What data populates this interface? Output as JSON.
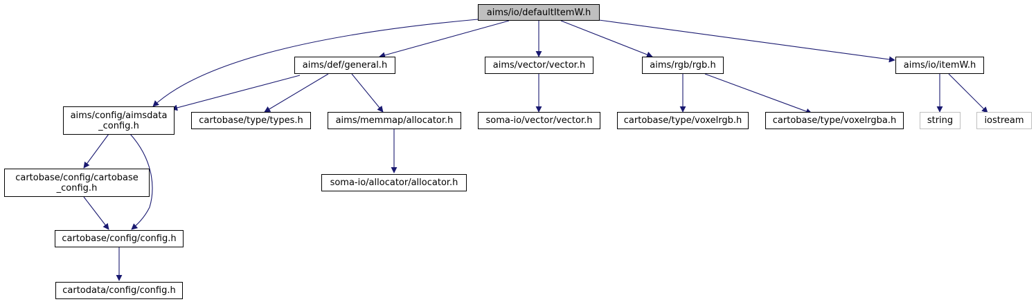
{
  "nodes": {
    "default_item_w": "aims/io/defaultItemW.h",
    "def_general": "aims/def/general.h",
    "vector": "aims/vector/vector.h",
    "rgb": "aims/rgb/rgb.h",
    "item_w": "aims/io/itemW.h",
    "aimsdata_config": "aims/config/aimsdata\n_config.h",
    "types": "cartobase/type/types.h",
    "allocator": "aims/memmap/allocator.h",
    "soma_vector": "soma-io/vector/vector.h",
    "voxelrgb": "cartobase/type/voxelrgb.h",
    "voxelrgba": "cartobase/type/voxelrgba.h",
    "string": "string",
    "iostream": "iostream",
    "cartobase_config": "cartobase/config/cartobase\n_config.h",
    "soma_allocator": "soma-io/allocator/allocator.h",
    "config": "cartobase/config/config.h",
    "cartodata_config": "cartodata/config/config.h"
  },
  "colors": {
    "edge": "#191970",
    "root_fill": "#bfbfbf",
    "external_border": "#bfbfbf"
  }
}
